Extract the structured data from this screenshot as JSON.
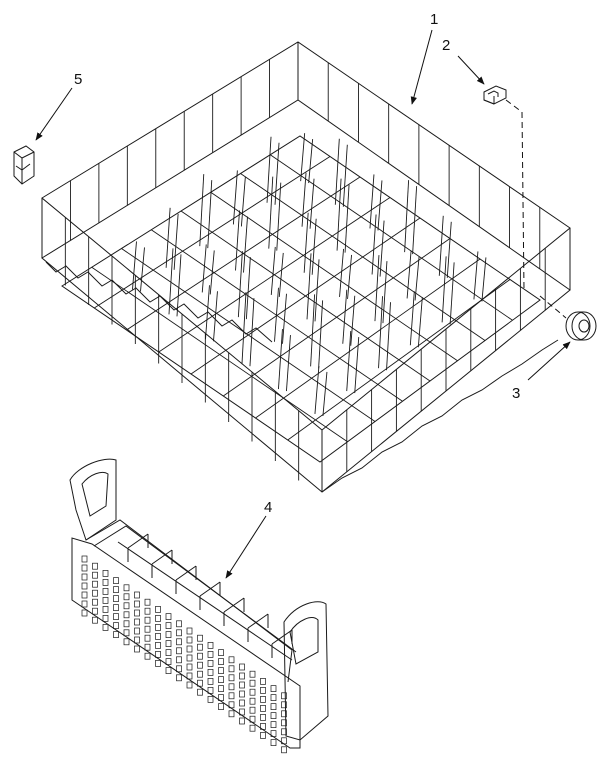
{
  "diagram": {
    "callouts": [
      {
        "id": "1",
        "label": "1"
      },
      {
        "id": "2",
        "label": "2"
      },
      {
        "id": "3",
        "label": "3"
      },
      {
        "id": "4",
        "label": "4"
      },
      {
        "id": "5",
        "label": "5"
      }
    ],
    "colors": {
      "line": "#1a1a1a",
      "background": "#ffffff"
    }
  }
}
